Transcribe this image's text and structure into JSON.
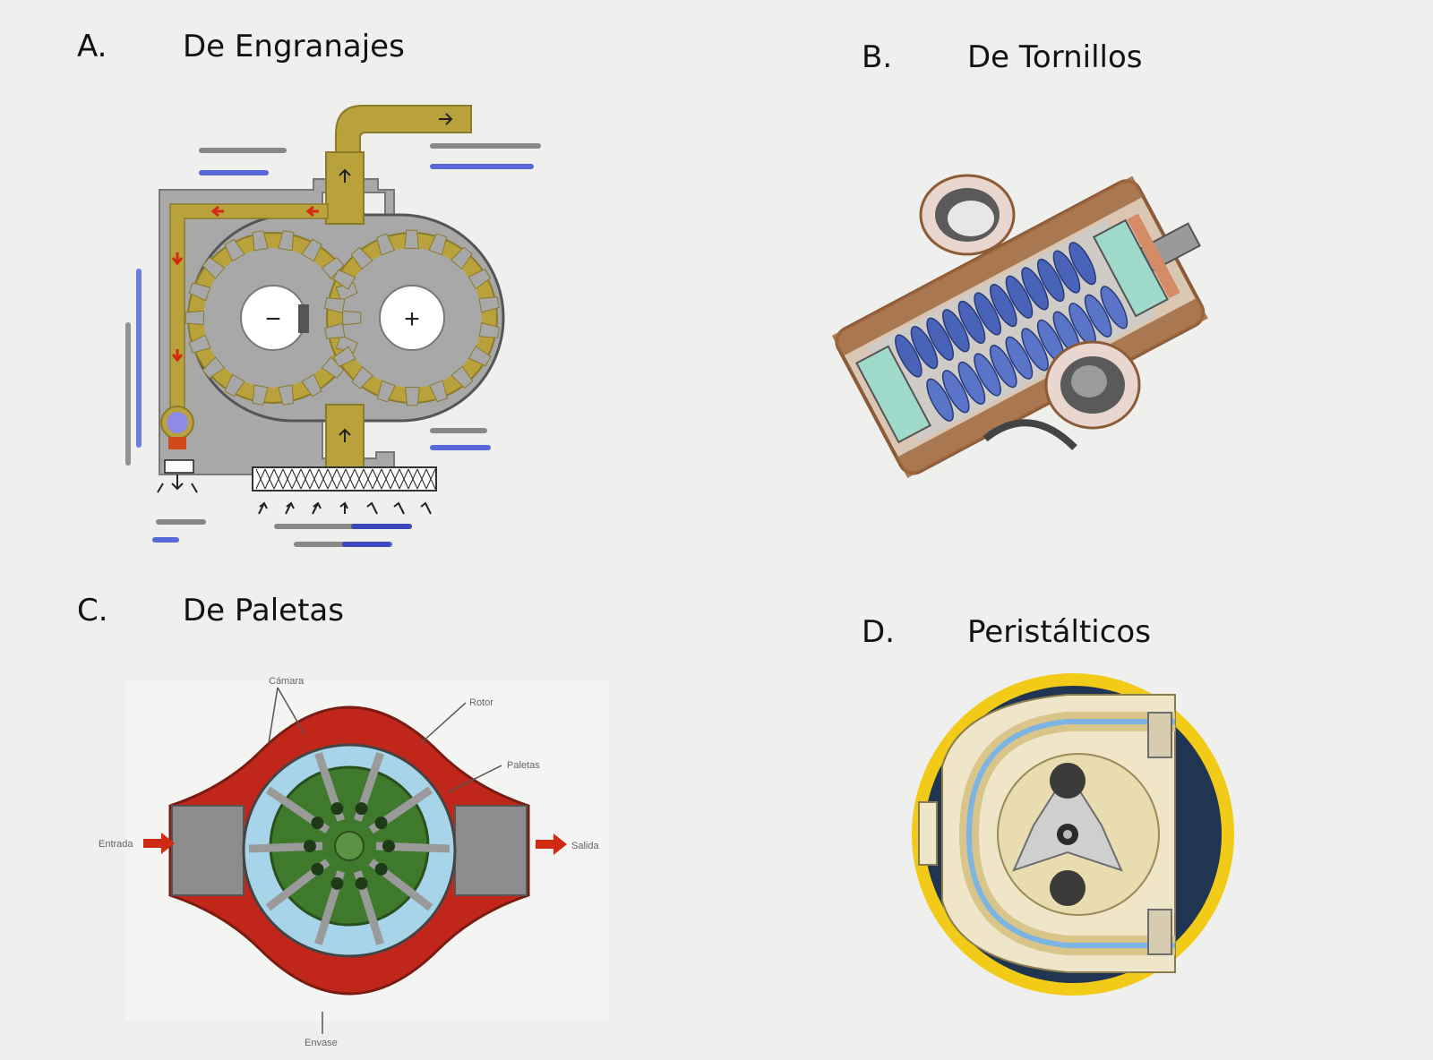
{
  "panels": {
    "a": {
      "letter": "A.",
      "title": "De Engranajes"
    },
    "b": {
      "letter": "B.",
      "title": "De Tornillos"
    },
    "c": {
      "letter": "C.",
      "title": "De Paletas"
    },
    "d": {
      "letter": "D.",
      "title": "Peristálticos"
    }
  },
  "gear_diagram": {
    "minus_sign": "−",
    "plus_sign": "+"
  },
  "vane_diagram": {
    "labels": {
      "chamber": "Cámara",
      "rotor": "Rotor",
      "vanes": "Paletas",
      "inlet": "Entrada",
      "outlet": "Salida",
      "casing": "Envase"
    }
  },
  "colors": {
    "background": "#efefed",
    "gear_gold": "#b9a23c",
    "casing_gray": "#a8a8a8",
    "vane_red": "#c0271a",
    "vane_blue": "#a8d4ea",
    "rotor_green": "#3f7a2c",
    "peristaltic_yellow": "#f1cb17",
    "peristaltic_navy": "#1f3552",
    "screw_blue": "#4863b8",
    "screw_copper": "#a0683e"
  }
}
